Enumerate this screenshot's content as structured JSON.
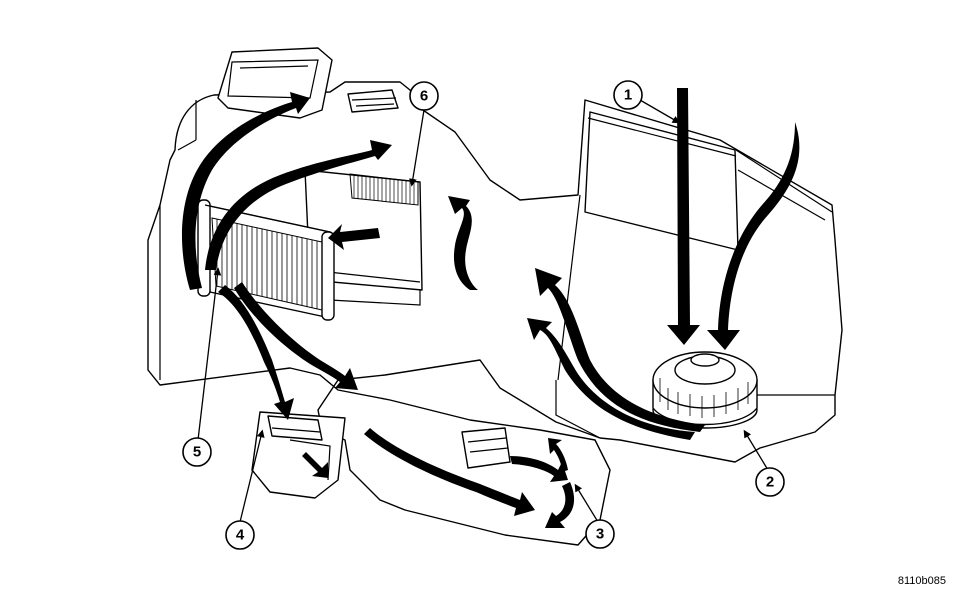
{
  "figure": {
    "id_label": "8110b085"
  },
  "callouts": [
    {
      "number": "1"
    },
    {
      "number": "2"
    },
    {
      "number": "3"
    },
    {
      "number": "4"
    },
    {
      "number": "5"
    },
    {
      "number": "6"
    }
  ],
  "colors": {
    "line": "#000000",
    "background": "#ffffff"
  }
}
